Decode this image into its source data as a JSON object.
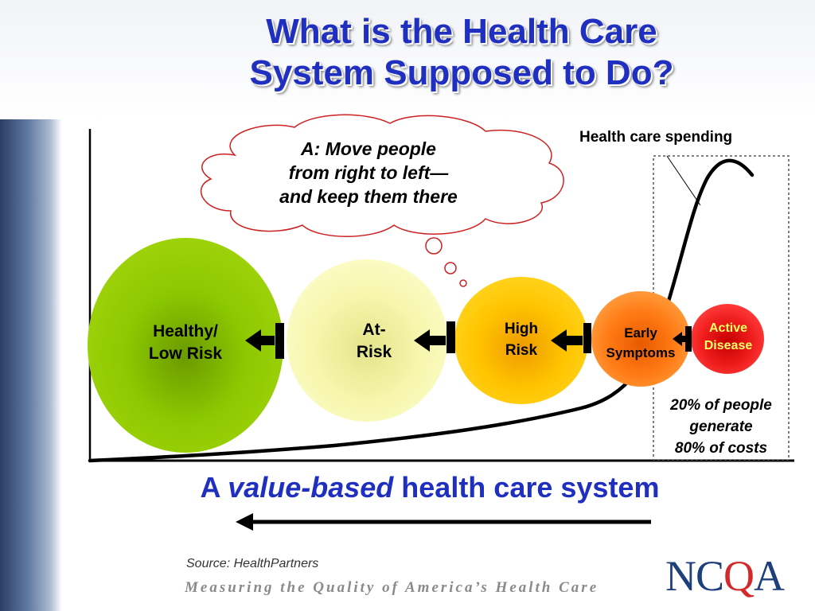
{
  "title": {
    "line1": "What is the Health Care",
    "line2": "System Supposed to Do?"
  },
  "thought_bubble": {
    "line1": "A: Move people",
    "line2": "from right to left—",
    "line3": "and keep them there"
  },
  "circles": [
    {
      "line1": "Healthy/",
      "line2": "Low Risk",
      "color": "#8cc800"
    },
    {
      "line1": "At-",
      "line2": "Risk",
      "color": "#f4f4a6"
    },
    {
      "line1": "High",
      "line2": "Risk",
      "color": "#ffc400"
    },
    {
      "line1": "Early",
      "line2": "Symptoms",
      "color": "#ff7a14"
    },
    {
      "line1": "Active",
      "line2": "Disease",
      "color": "#ee1c1c"
    }
  ],
  "spending_label": "Health care spending",
  "pct_note": {
    "line1": "20% of people",
    "line2": "generate",
    "line3": "80% of costs"
  },
  "value_statement": {
    "prefix": "A ",
    "emphasis": "value-based",
    "suffix": " health care system"
  },
  "source": "Source: HealthPartners",
  "tagline": "Measuring the Quality of America’s Health Care",
  "logo": {
    "part1": "NC",
    "part2": "Q",
    "part3": "A"
  },
  "colors": {
    "title": "#1f2fbf",
    "axis": "#000000",
    "arrow": "#000000"
  }
}
